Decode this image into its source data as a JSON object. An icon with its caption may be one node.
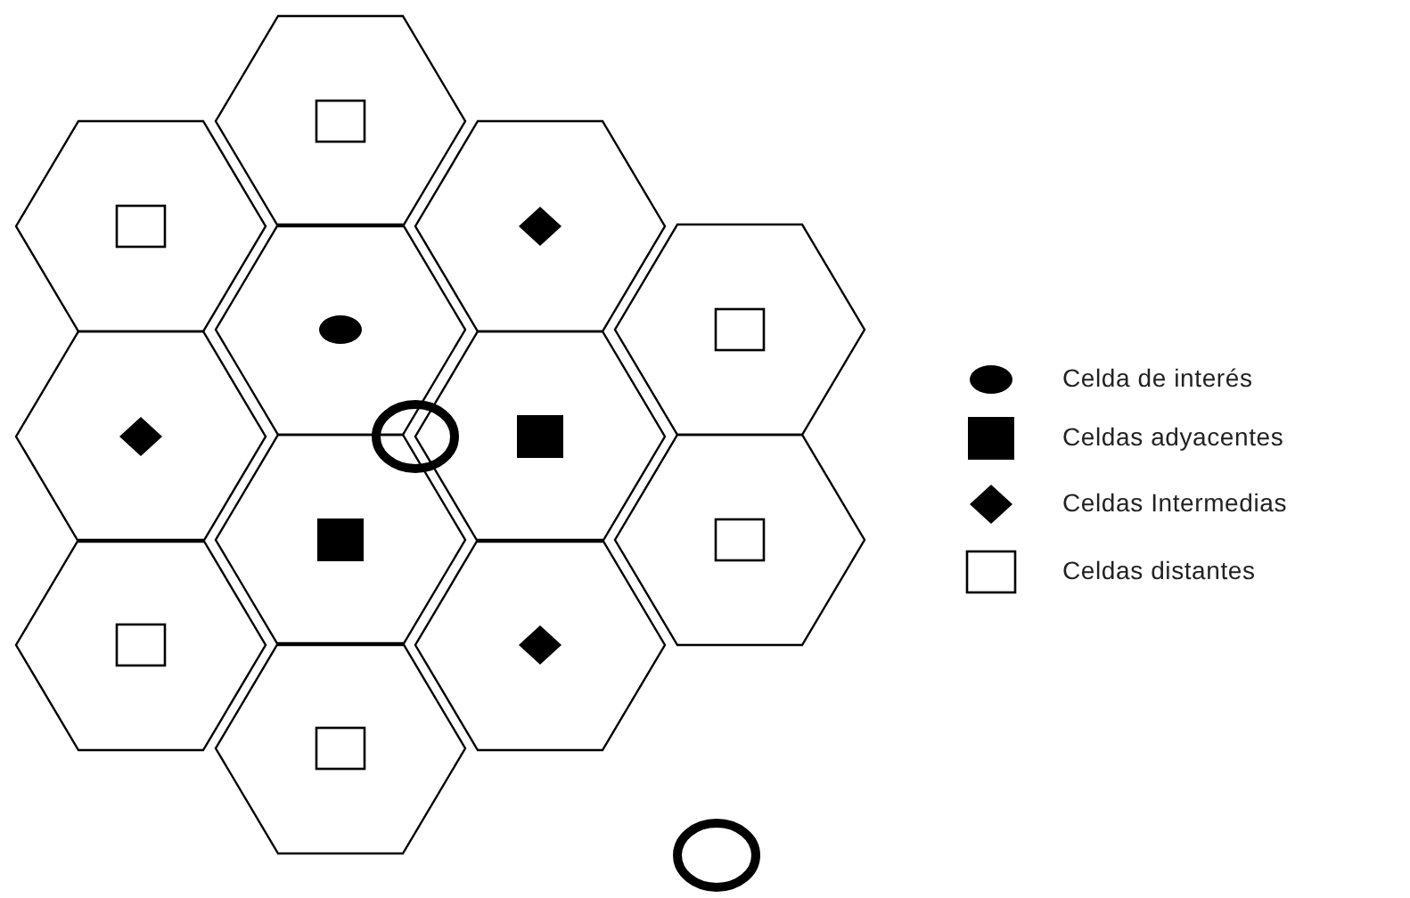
{
  "diagram": {
    "nodes": [
      {
        "text": [],
        "shape": "hexagon"
      },
      {
        "text": [],
        "shape": "hexagon"
      },
      {
        "text": [],
        "shape": "hexagon"
      },
      {
        "text": [],
        "shape": "hexagon"
      },
      {
        "text": [],
        "shape": "hexagon"
      },
      {
        "text": [],
        "shape": "hexagon"
      },
      {
        "text": [],
        "shape": "circle"
      },
      {
        "text": [],
        "shape": "hexagon"
      },
      {
        "text": [],
        "shape": "hexagon"
      },
      {
        "text": [],
        "shape": "hexagon"
      },
      {
        "text": [],
        "shape": "hexagon"
      },
      {
        "text": [],
        "shape": "hexagon"
      },
      {
        "text": [],
        "shape": "hexagon"
      },
      {
        "text": [],
        "shape": "circle"
      }
    ],
    "legend": [
      {
        "text": "Celda de interés"
      },
      {
        "text": "Celdas adyacentes"
      },
      {
        "text": "Celdas Intermedias"
      },
      {
        "text": "Celdas distantes"
      }
    ]
  }
}
